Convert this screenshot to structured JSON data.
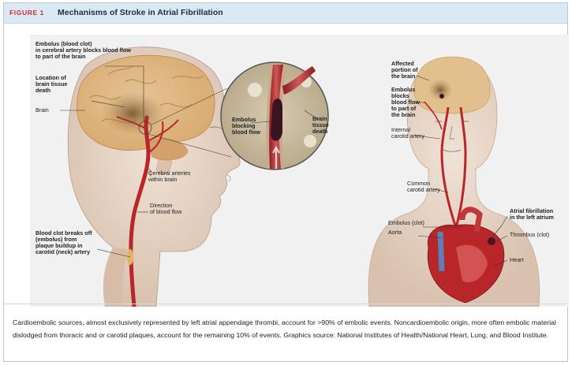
{
  "figure": {
    "label": "FIGURE 1",
    "title": "Mechanisms of Stroke in Atrial Fibrillation"
  },
  "left_panel": {
    "labels": {
      "embolus_l1": "Embolus (blood clot)",
      "embolus_l2": "in cerebral artery blocks blood flow",
      "embolus_l3": "to part of the brain",
      "location_l1": "Location of",
      "location_l2": "brain tissue",
      "location_l3": "death",
      "brain": "Brain",
      "cerebral_l1": "Cerebral arteries",
      "cerebral_l2": "within brain",
      "direction_l1": "Direction",
      "direction_l2": "of blood flow",
      "clot_l1": "Blood clot breaks off",
      "clot_l2": "(embolus) from",
      "clot_l3": "plaque buildup in",
      "clot_l4": "carotid (neck) artery"
    }
  },
  "zoom_panel": {
    "labels": {
      "embolus_l1": "Embolus",
      "embolus_l2": "blocking",
      "embolus_l3": "blood flow",
      "tissue_l1": "Brain",
      "tissue_l2": "tissue",
      "tissue_l3": "death"
    }
  },
  "right_panel": {
    "labels": {
      "affected_l1": "Affected",
      "affected_l2": "portion of",
      "affected_l3": "the brain",
      "blocks_l1": "Embolus",
      "blocks_l2": "blocks",
      "blocks_l3": "blood flow",
      "blocks_l4": "to part of",
      "blocks_l5": "the brain",
      "internal_l1": "Internal",
      "internal_l2": "carotid artery",
      "common_l1": "Common",
      "common_l2": "carotid artery",
      "embolus_clot": "Embolus (clot)",
      "aorta": "Aorta",
      "af_l1": "Atrial fibrillation",
      "af_l2": "in the left atrium",
      "thrombus": "Thrombus (clot)",
      "heart": "Heart"
    }
  },
  "caption": "Cardioembolic sources, almost exclusively represented by left atrial appendage thrombi, account for >90% of embolic events. Noncardioembolic origin, more often embolic material dislodged from thoracic and or carotid plaques, account for the remaining 10% of events. Graphics source: National Institutes of Health/National Heart, Lung, and Blood Institute.",
  "colors": {
    "accent_red": "#d8262a",
    "header_bg": "#dbe9f5",
    "title_navy": "#1b2f45",
    "artery_red": "#b8262a",
    "brain_tan": "#e7c79a",
    "skin": "#e9d6c7"
  }
}
